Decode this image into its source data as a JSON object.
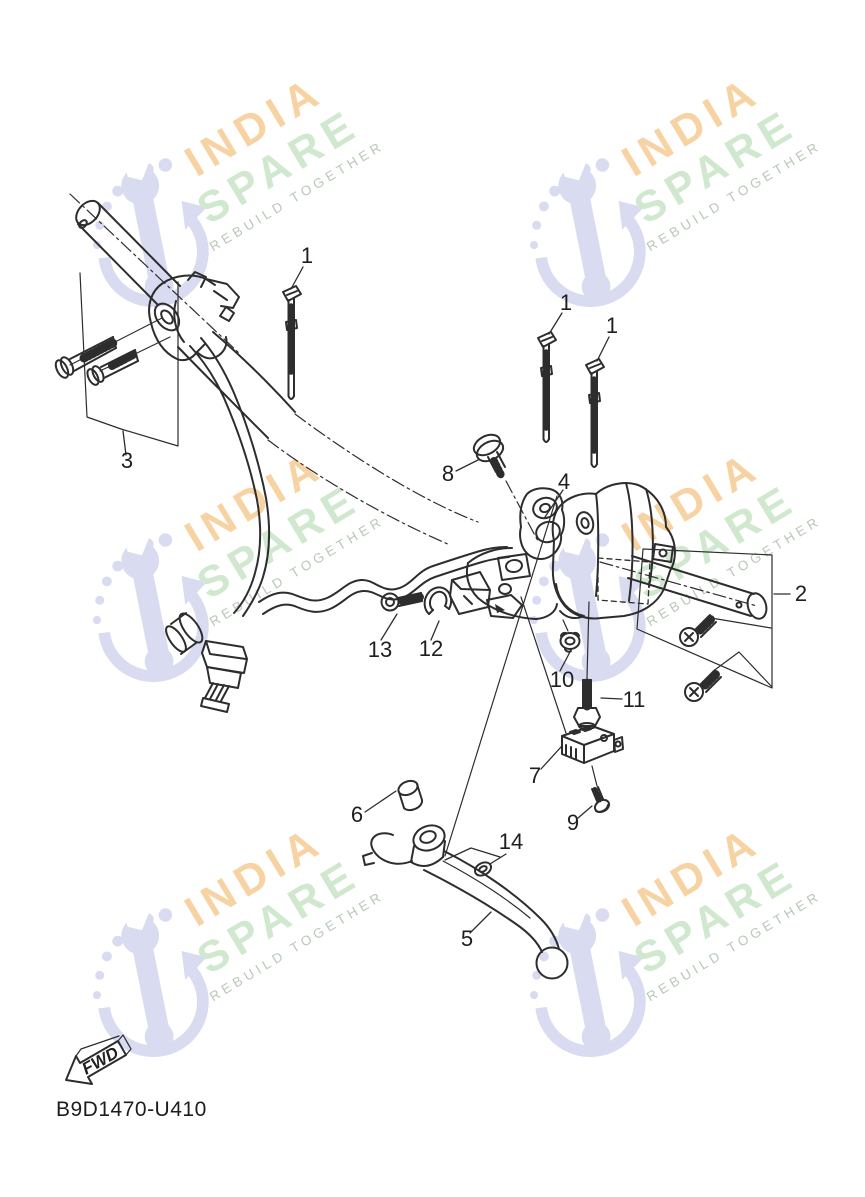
{
  "page": {
    "background": "#ffffff"
  },
  "diagram": {
    "code": "B9D1470-U410",
    "fwd_label": "FWD",
    "line_color": "#2d2d2d",
    "callouts": {
      "c1a": "1",
      "c1b": "1",
      "c1c": "1",
      "c2": "2",
      "c3": "3",
      "c4": "4",
      "c5": "5",
      "c6": "6",
      "c7": "7",
      "c8": "8",
      "c9": "9",
      "c10": "10",
      "c11": "11",
      "c12": "12",
      "c13": "13",
      "c14": "14"
    }
  },
  "watermark": {
    "brand_line1": "INDIA",
    "brand_line2": "SPARE",
    "tagline": "REBUILD TOGETHER",
    "colors": {
      "brand_line1": "#f7d2a2",
      "brand_line2": "#cfe8ce",
      "tagline": "#b9c8b8",
      "icon": "#d9dbf1"
    }
  }
}
